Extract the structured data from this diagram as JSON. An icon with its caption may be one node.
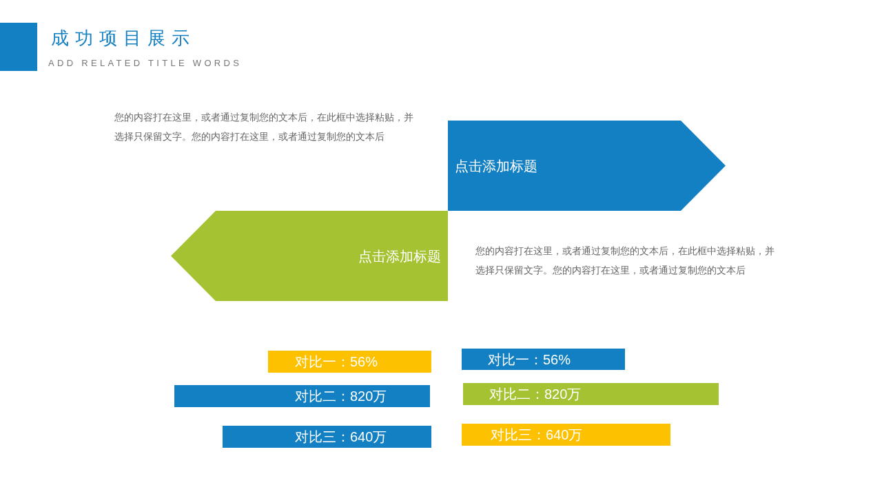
{
  "diagram": {
    "title": "成功项目展示",
    "nodes": [
      {
        "text": [
          "点击添加标题"
        ]
      },
      {
        "text": [
          "点击添加标题"
        ]
      },
      {
        "text": [
          "对比一：56%"
        ]
      },
      {
        "text": [
          "对比一：56%"
        ]
      },
      {
        "text": [
          "对比二：820万"
        ]
      },
      {
        "text": [
          "对比二：820万"
        ]
      },
      {
        "text": [
          "对比三：640万"
        ]
      },
      {
        "text": [
          "对比三：640万"
        ]
      }
    ],
    "edges": [],
    "labels": [
      "ADD RELATED TITLE WORDS",
      "您的内容打在这里，或者通过复制您的文本后，在此框中选择粘贴，并选择只保留文字。您的内容打在这里，或者通过复制您的文本后",
      "您的内容打在这里，或者通过复制您的文本后，在此框中选择粘贴，并选择只保留文字。您的内容打在这里，或者通过复制您的文本后"
    ]
  }
}
